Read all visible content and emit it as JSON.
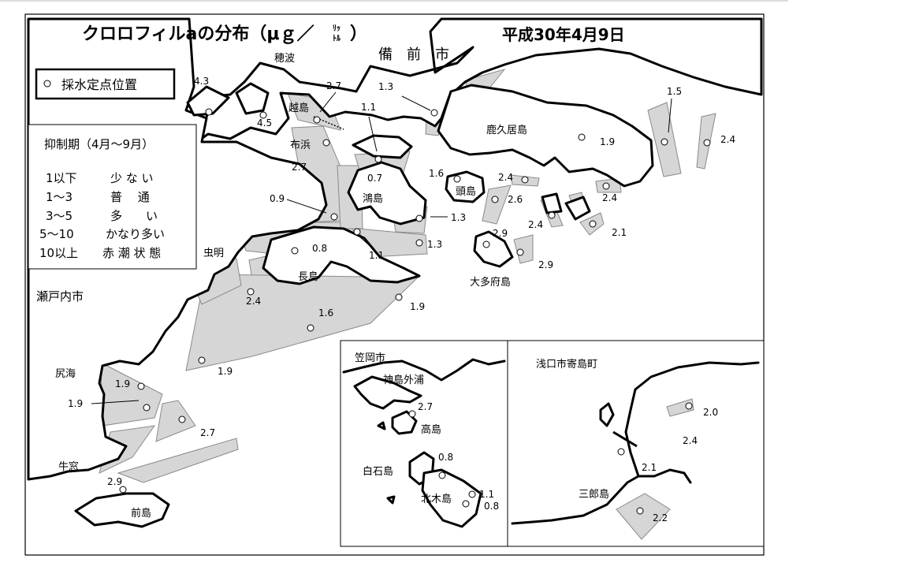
{
  "title": "クロロフィルaの分布（μｇ／",
  "title_unit_top": "ﾘｯ",
  "title_unit_bottom": "ﾄﾙ",
  "title_close": "）",
  "date": "平成30年4月9日",
  "legend_station": "採水定点位置",
  "legend_period_title": "抑制期（4月～9月）",
  "scale": [
    {
      "range": "1以下",
      "label": "少 な い"
    },
    {
      "range": "1～3",
      "label": "普　 通"
    },
    {
      "range": "3～5",
      "label": "多　　い"
    },
    {
      "range": "5～10",
      "label": "かなり多い"
    },
    {
      "range": "10以上",
      "label": "赤 潮 状 態"
    }
  ],
  "places": {
    "hoba": "穂波",
    "bizen": "備　前　市",
    "koshijima": "越島",
    "nunohama": "布浜",
    "kashirajima": "頭島",
    "kanagashima": "鴻島",
    "kakuijima": "鹿久居島",
    "mushiage": "虫明",
    "nagashima": "長島",
    "setouchi": "瀬戸内市",
    "oodafu": "大多府島",
    "shiriumi": "尻海",
    "ushimado": "牛窓",
    "maejima": "前島"
  },
  "inset_left": {
    "city": "笠岡市",
    "kounoshima": "神島外浦",
    "takashima": "高島",
    "shiraishi": "白石島",
    "kitagi": "北木島",
    "values": [
      "2.7",
      "0.8",
      "1.1",
      "0.8"
    ]
  },
  "inset_right": {
    "city": "浅口市寄島町",
    "saburo": "三郎島",
    "values": [
      "2.0",
      "2.4",
      "2.1",
      "2.2"
    ]
  },
  "main_values": [
    "4.3",
    "4.5",
    "2.7",
    "1.3",
    "1.1",
    "1.5",
    "2.4",
    "1.9",
    "2.7",
    "0.7",
    "1.6",
    "2.4",
    "2.6",
    "2.4",
    "0.9",
    "1.3",
    "2.4",
    "2.1",
    "0.8",
    "1.1",
    "1.3",
    "2.9",
    "2.9",
    "2.4",
    "1.6",
    "1.9",
    "1.9",
    "1.9",
    "1.9",
    "2.7",
    "2.9"
  ]
}
